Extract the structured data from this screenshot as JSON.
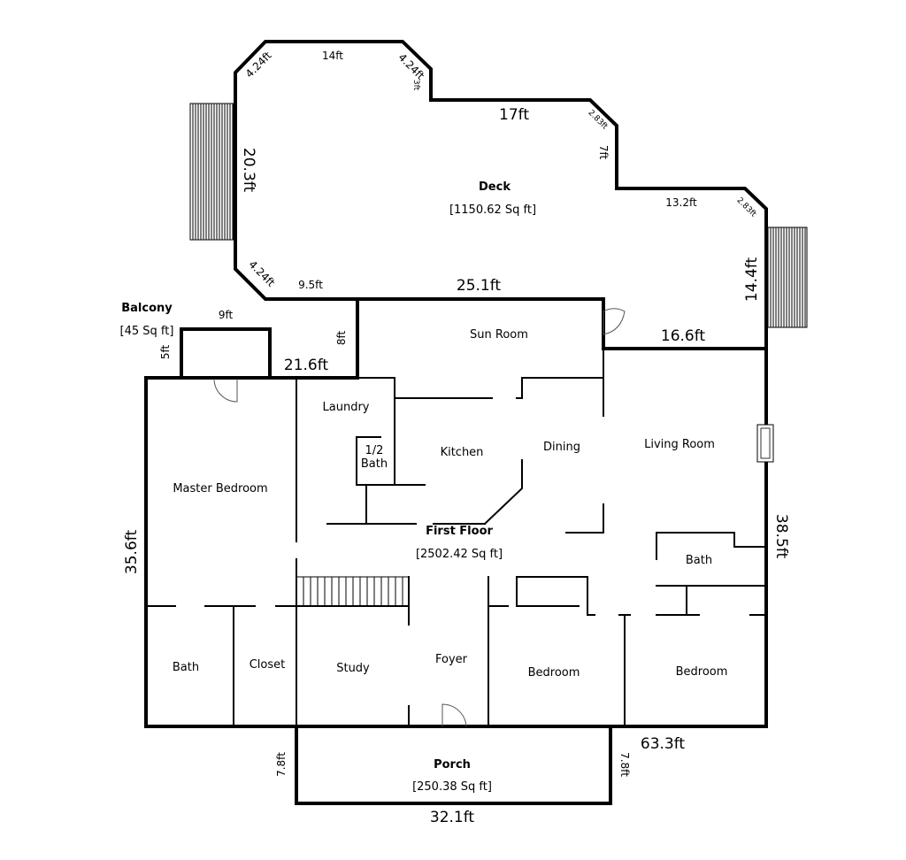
{
  "areas": {
    "deck": {
      "name": "Deck",
      "size": "[1150.62 Sq ft]"
    },
    "balcony": {
      "name": "Balcony",
      "size": "[45 Sq ft]"
    },
    "first_floor": {
      "name": "First Floor",
      "size": "[2502.42 Sq ft]"
    },
    "porch": {
      "name": "Porch",
      "size": "[250.38 Sq ft]"
    }
  },
  "rooms": {
    "sun_room": "Sun Room",
    "laundry": "Laundry",
    "half_bath_1": "1/2",
    "half_bath_2": "Bath",
    "kitchen": "Kitchen",
    "dining": "Dining",
    "living_room": "Living Room",
    "master_bedroom": "Master Bedroom",
    "bath_left": "Bath",
    "closet": "Closet",
    "study": "Study",
    "foyer": "Foyer",
    "bedroom_1": "Bedroom",
    "bedroom_2": "Bedroom",
    "bath_right": "Bath"
  },
  "dimensions": {
    "deck_top": "14ft",
    "deck_nw_diag": "4.24ft",
    "deck_ne_diag": "4.24ft",
    "deck_step_3": "3ft",
    "deck_17": "17ft",
    "deck_diag_283_a": "2.83ft",
    "deck_7": "7ft",
    "deck_13": "13.2ft",
    "deck_diag_283_b": "2.83ft",
    "deck_left": "20.3ft",
    "deck_sw_diag": "4.24ft",
    "deck_95": "9.5ft",
    "deck_251": "25.1ft",
    "deck_right": "14.4ft",
    "deck_166": "16.6ft",
    "balcony_9": "9ft",
    "balcony_5": "5ft",
    "sun_8": "8ft",
    "wall_216": "21.6ft",
    "floor_left": "35.6ft",
    "floor_right": "38.5ft",
    "floor_bottom": "63.3ft",
    "porch_left": "7.8ft",
    "porch_right": "7.8ft",
    "porch_bottom": "32.1ft"
  }
}
